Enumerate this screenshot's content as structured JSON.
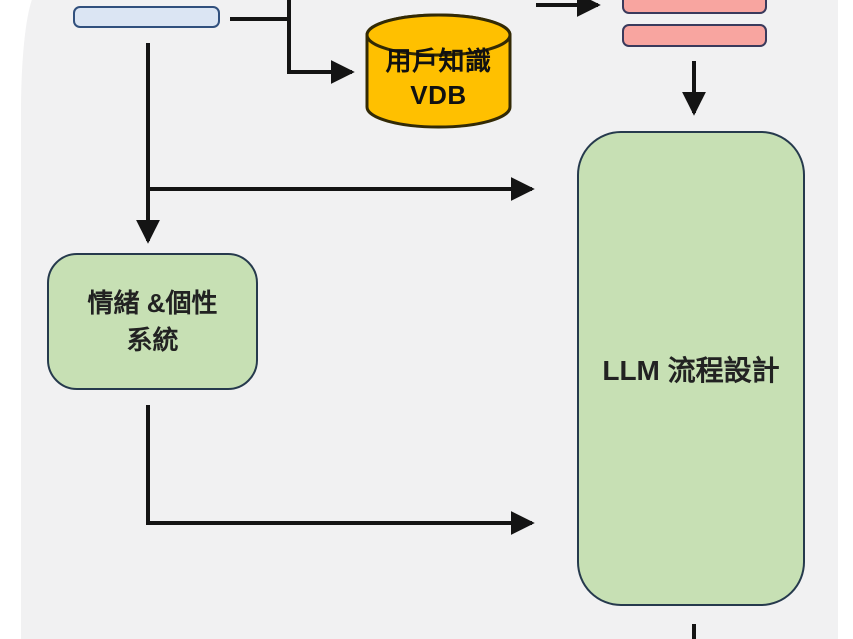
{
  "diagram": {
    "colors": {
      "background": "#ffffff",
      "panel": "#f1f1f2",
      "arrow": "#141414",
      "input_box_fill": "#dbe5f3",
      "input_box_border": "#31507d",
      "vdb_fill": "#ffc000",
      "vdb_border": "#332a05",
      "pink_fill": "#f8a5a0",
      "pink_border": "#3a3a5c",
      "green_fill": "#c7e0b4",
      "green_border": "#263a4d",
      "text": "#222222"
    },
    "nodes": {
      "input_box": {
        "label": ""
      },
      "vdb": {
        "line1": "用戶知識",
        "line2": "VDB"
      },
      "pink_top": {
        "label": ""
      },
      "pink_bottom": {
        "label": ""
      },
      "emotion": {
        "line1": "情緒 &個性",
        "line2": "系統"
      },
      "llm": {
        "label": "LLM 流程設計"
      }
    }
  }
}
